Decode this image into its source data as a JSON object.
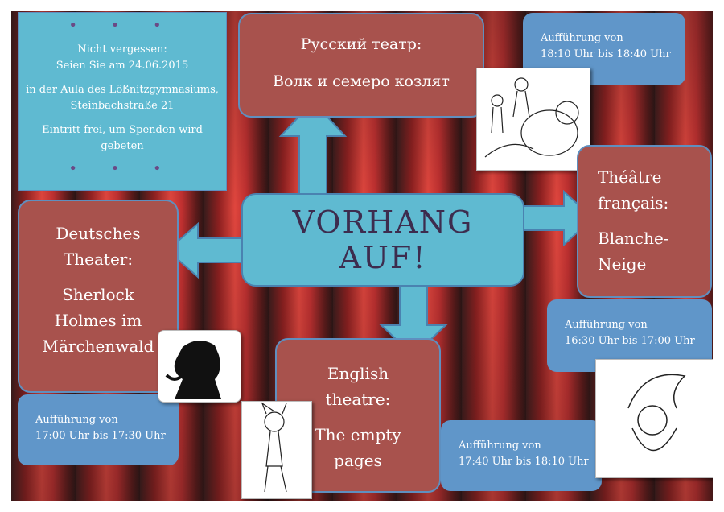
{
  "info": {
    "line1": "Nicht vergessen:",
    "line2": "Seien Sie am 24.06.2015",
    "line3": "in der Aula des Lößnitzgymnasiums,",
    "line4": "Steinbachstraße 21",
    "line5": "Eintritt frei, um Spenden wird",
    "line6": "gebeten",
    "dots": "• • •"
  },
  "russian": {
    "title": "Русский театр:",
    "play": "Волк и  семеро козлят",
    "time1": "Aufführung von",
    "time2": "18:10 Uhr bis 18:40 Uhr"
  },
  "center": {
    "title1": "VORHANG",
    "title2": "AUF!"
  },
  "german": {
    "l1": "Deutsches",
    "l2": "Theater:",
    "l3": "Sherlock",
    "l4": "Holmes im",
    "l5": "Märchenwald",
    "time1": "Aufführung von",
    "time2": "17:00 Uhr bis 17:30 Uhr"
  },
  "english": {
    "l1": "English",
    "l2": "theatre:",
    "l3": "The empty",
    "l4": "pages",
    "time1": "Aufführung von",
    "time2": "17:40 Uhr bis 18:10 Uhr"
  },
  "french": {
    "l1": "Théâtre",
    "l2": "français:",
    "l3": "Blanche-",
    "l4": "Neige",
    "time1": "Aufführung von",
    "time2": "16:30 Uhr bis 17:00 Uhr"
  },
  "colors": {
    "teal": "#5fbad1",
    "maroon": "#a8524d",
    "blue": "#6096c9"
  }
}
